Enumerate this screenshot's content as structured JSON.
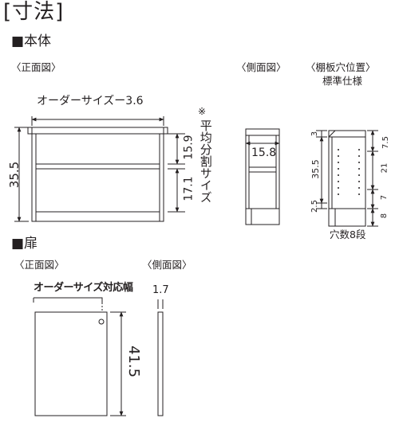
{
  "title": "[寸法]",
  "main_body": {
    "heading": "■本体",
    "front_view_label": "〈正面図〉",
    "side_view_label": "〈側面図〉",
    "shelf_holes_label": "〈棚板穴位置〉",
    "shelf_holes_sub": "標準仕様",
    "width_label": "オーダーサイズー3.6",
    "height": "35.5",
    "upper_inner": "15.9",
    "lower_inner": "17.1",
    "note_mark": "※",
    "note_text": "平均分割サイズ",
    "depth": "15.8",
    "hole_top": "3",
    "hole_top_r": "7.5",
    "hole_height": "35.5",
    "hole_span": "21",
    "hole_bottom_r": "7",
    "hole_base": "2.5",
    "hole_plinth": "8",
    "hole_count": "穴数8段"
  },
  "door": {
    "heading": "■扉",
    "front_view_label": "〈正面図〉",
    "side_view_label": "〈側面図〉",
    "width_label": "オーダーサイズ対応幅",
    "height": "41.5",
    "thickness": "1.7"
  }
}
